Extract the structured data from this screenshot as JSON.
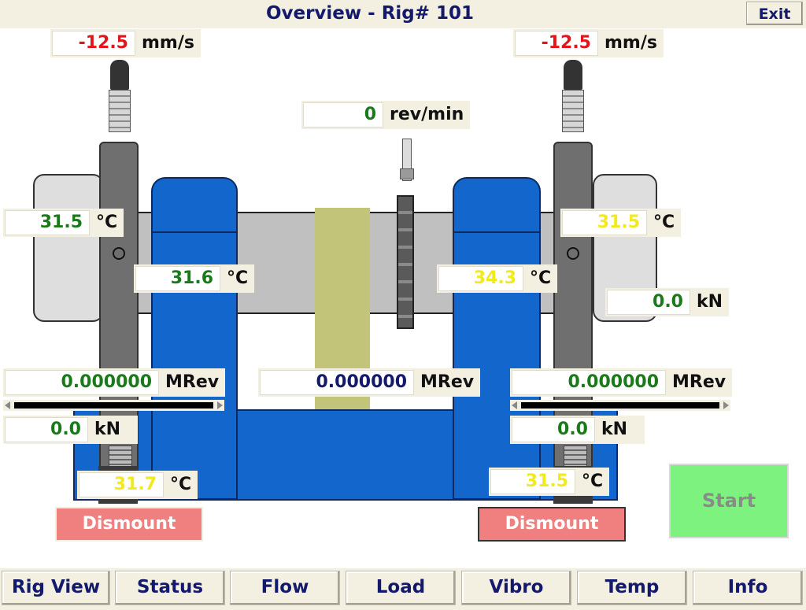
{
  "window": {
    "title": "Overview - Rig# 101",
    "exit_label": "Exit"
  },
  "readouts": {
    "vib_left": {
      "value": "-12.5",
      "unit": "mm/s"
    },
    "vib_right": {
      "value": "-12.5",
      "unit": "mm/s"
    },
    "speed": {
      "value": "0",
      "unit": "rev/min"
    },
    "temp_left_outer": {
      "value": "31.5",
      "unit": "°C"
    },
    "temp_left_inner": {
      "value": "31.6",
      "unit": "°C"
    },
    "temp_right_inner": {
      "value": "34.3",
      "unit": "°C"
    },
    "temp_right_outer": {
      "value": "31.5",
      "unit": "°C"
    },
    "load_right_upper": {
      "value": "0.0",
      "unit": "kN"
    },
    "mrev_left": {
      "value": "0.000000",
      "unit": "MRev"
    },
    "mrev_center": {
      "value": "0.000000",
      "unit": "MRev"
    },
    "mrev_right": {
      "value": "0.000000",
      "unit": "MRev"
    },
    "load_left": {
      "value": "0.0",
      "unit": "kN"
    },
    "load_right": {
      "value": "0.0",
      "unit": "kN"
    },
    "temp_left_bottom": {
      "value": "31.7",
      "unit": "°C"
    },
    "temp_right_bottom": {
      "value": "31.5",
      "unit": "°C"
    }
  },
  "buttons": {
    "dismount_left": "Dismount",
    "dismount_right": "Dismount",
    "start": "Start"
  },
  "tabs": [
    "Rig View",
    "Status",
    "Flow",
    "Load",
    "Vibro",
    "Temp",
    "Info"
  ],
  "colors": {
    "accent_blue": "#1266cc",
    "title_navy": "#13196b",
    "value_red": "#e3141b",
    "value_green": "#1a7a1a",
    "value_yellow": "#f2ea1e",
    "start_green": "#7ef27e",
    "dismount_red": "#f07f7f"
  }
}
